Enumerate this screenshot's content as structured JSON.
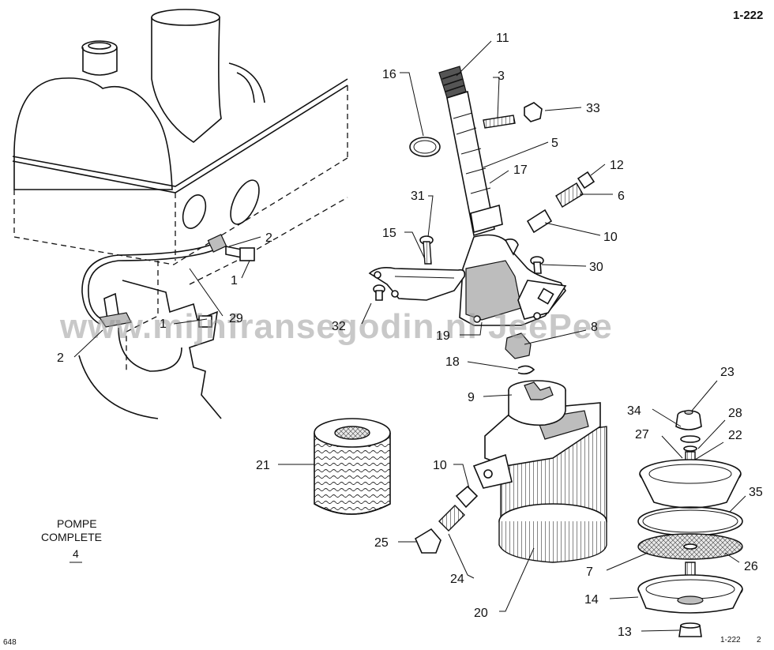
{
  "header": {
    "plate_ref": "1-222"
  },
  "footer": {
    "page_left": "648",
    "plate_ref": "1-222",
    "page_right": "2"
  },
  "caption": {
    "line1": "POMPE",
    "line2": "COMPLETE",
    "ref": "4"
  },
  "watermark": "www.mijnfransegodin.nl   JeePee",
  "callouts": [
    {
      "id": "c11",
      "label": "11"
    },
    {
      "id": "c16",
      "label": "16"
    },
    {
      "id": "c3",
      "label": "3"
    },
    {
      "id": "c33",
      "label": "33"
    },
    {
      "id": "c5",
      "label": "5"
    },
    {
      "id": "c12",
      "label": "12"
    },
    {
      "id": "c17",
      "label": "17"
    },
    {
      "id": "c6",
      "label": "6"
    },
    {
      "id": "c31",
      "label": "31"
    },
    {
      "id": "c15",
      "label": "15"
    },
    {
      "id": "c10a",
      "label": "10"
    },
    {
      "id": "c30",
      "label": "30"
    },
    {
      "id": "c2a",
      "label": "2"
    },
    {
      "id": "c1a",
      "label": "1"
    },
    {
      "id": "c29",
      "label": "29"
    },
    {
      "id": "c1b",
      "label": "1"
    },
    {
      "id": "c32",
      "label": "32"
    },
    {
      "id": "c19",
      "label": "19"
    },
    {
      "id": "c8",
      "label": "8"
    },
    {
      "id": "c2b",
      "label": "2"
    },
    {
      "id": "c18",
      "label": "18"
    },
    {
      "id": "c23",
      "label": "23"
    },
    {
      "id": "c9",
      "label": "9"
    },
    {
      "id": "c34",
      "label": "34"
    },
    {
      "id": "c28",
      "label": "28"
    },
    {
      "id": "c27",
      "label": "27"
    },
    {
      "id": "c22",
      "label": "22"
    },
    {
      "id": "c21",
      "label": "21"
    },
    {
      "id": "c10b",
      "label": "10"
    },
    {
      "id": "c35",
      "label": "35"
    },
    {
      "id": "c25",
      "label": "25"
    },
    {
      "id": "c26",
      "label": "26"
    },
    {
      "id": "c7",
      "label": "7"
    },
    {
      "id": "c24",
      "label": "24"
    },
    {
      "id": "c14",
      "label": "14"
    },
    {
      "id": "c20",
      "label": "20"
    },
    {
      "id": "c13",
      "label": "13"
    }
  ]
}
